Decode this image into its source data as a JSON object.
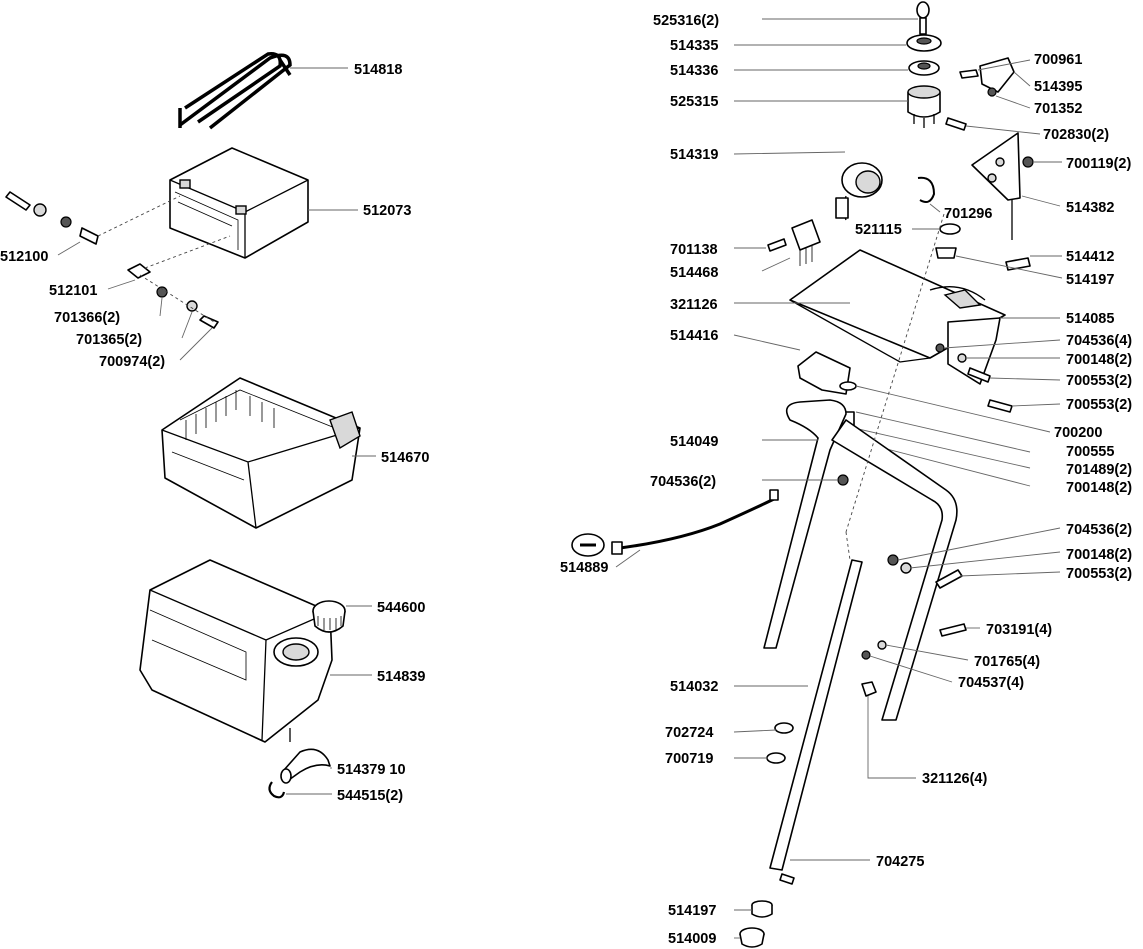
{
  "labels": {
    "l514818": "514818",
    "l512073": "512073",
    "l512100": "512100",
    "l512101": "512101",
    "l701366": "701366(2)",
    "l701365": "701365(2)",
    "l700974": "700974(2)",
    "l514670": "514670",
    "l544600": "544600",
    "l514839": "514839",
    "l514379": "514379 10",
    "l544515": "544515(2)",
    "l525316": "525316(2)",
    "l514335": "514335",
    "l514336": "514336",
    "l525315": "525315",
    "l514319": "514319",
    "l521115": "521115",
    "l701138": "701138",
    "l514468": "514468",
    "l321126": "321126",
    "l514416": "514416",
    "l514049": "514049",
    "l704536b": "704536(2)",
    "l514889": "514889",
    "l514032": "514032",
    "l702724": "702724",
    "l700719": "700719",
    "l514197b": "514197",
    "l514009": "514009",
    "l700961": "700961",
    "l514395": "514395",
    "l701352": "701352",
    "l702830": "702830(2)",
    "l700119": "700119(2)",
    "l701296": "701296",
    "l514382": "514382",
    "l514412": "514412",
    "l514197": "514197",
    "l514085": "514085",
    "l704536a": "704536(4)",
    "l700148a": "700148(2)",
    "l700553a": "700553(2)",
    "l700553b": "700553(2)",
    "l700200": "700200",
    "l700555": "700555",
    "l701489": "701489(2)",
    "l700148b": "700148(2)",
    "l704536c": "704536(2)",
    "l700148c": "700148(2)",
    "l700553c": "700553(2)",
    "l703191": "703191(4)",
    "l701765": "701765(4)",
    "l704537": "704537(4)",
    "l321126b": "321126(4)",
    "l704275": "704275"
  }
}
